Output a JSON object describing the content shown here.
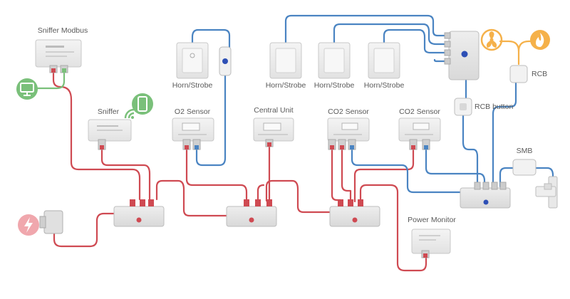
{
  "diagram": {
    "labels": {
      "sniffer_modbus": "Sniffer Modbus",
      "sniffer": "Sniffer",
      "o2_sensor": "O2 Sensor",
      "central_unit": "Central Unit",
      "co2_sensor_1": "CO2 Sensor",
      "co2_sensor_2": "CO2 Sensor",
      "horn_strobe_1": "Horn/Strobe",
      "horn_strobe_2": "Horn/Strobe",
      "horn_strobe_3": "Horn/Strobe",
      "horn_strobe_4": "Horn/Strobe",
      "rcb": "RCB",
      "rcb_button": "RCB button",
      "smb": "SMB",
      "power_monitor": "Power Monitor"
    },
    "colors": {
      "red_cable": "#cf4a52",
      "blue_cable": "#4a84c2",
      "green_cable": "#7ac07a",
      "orange_icon": "#f5b14a",
      "device_gray": "#e4e4e4",
      "device_stroke": "#bdbdbd"
    },
    "icons": [
      "monitor-icon",
      "phone-wireless-icon",
      "fan-icon",
      "flame-icon",
      "power-bolt-icon"
    ]
  }
}
